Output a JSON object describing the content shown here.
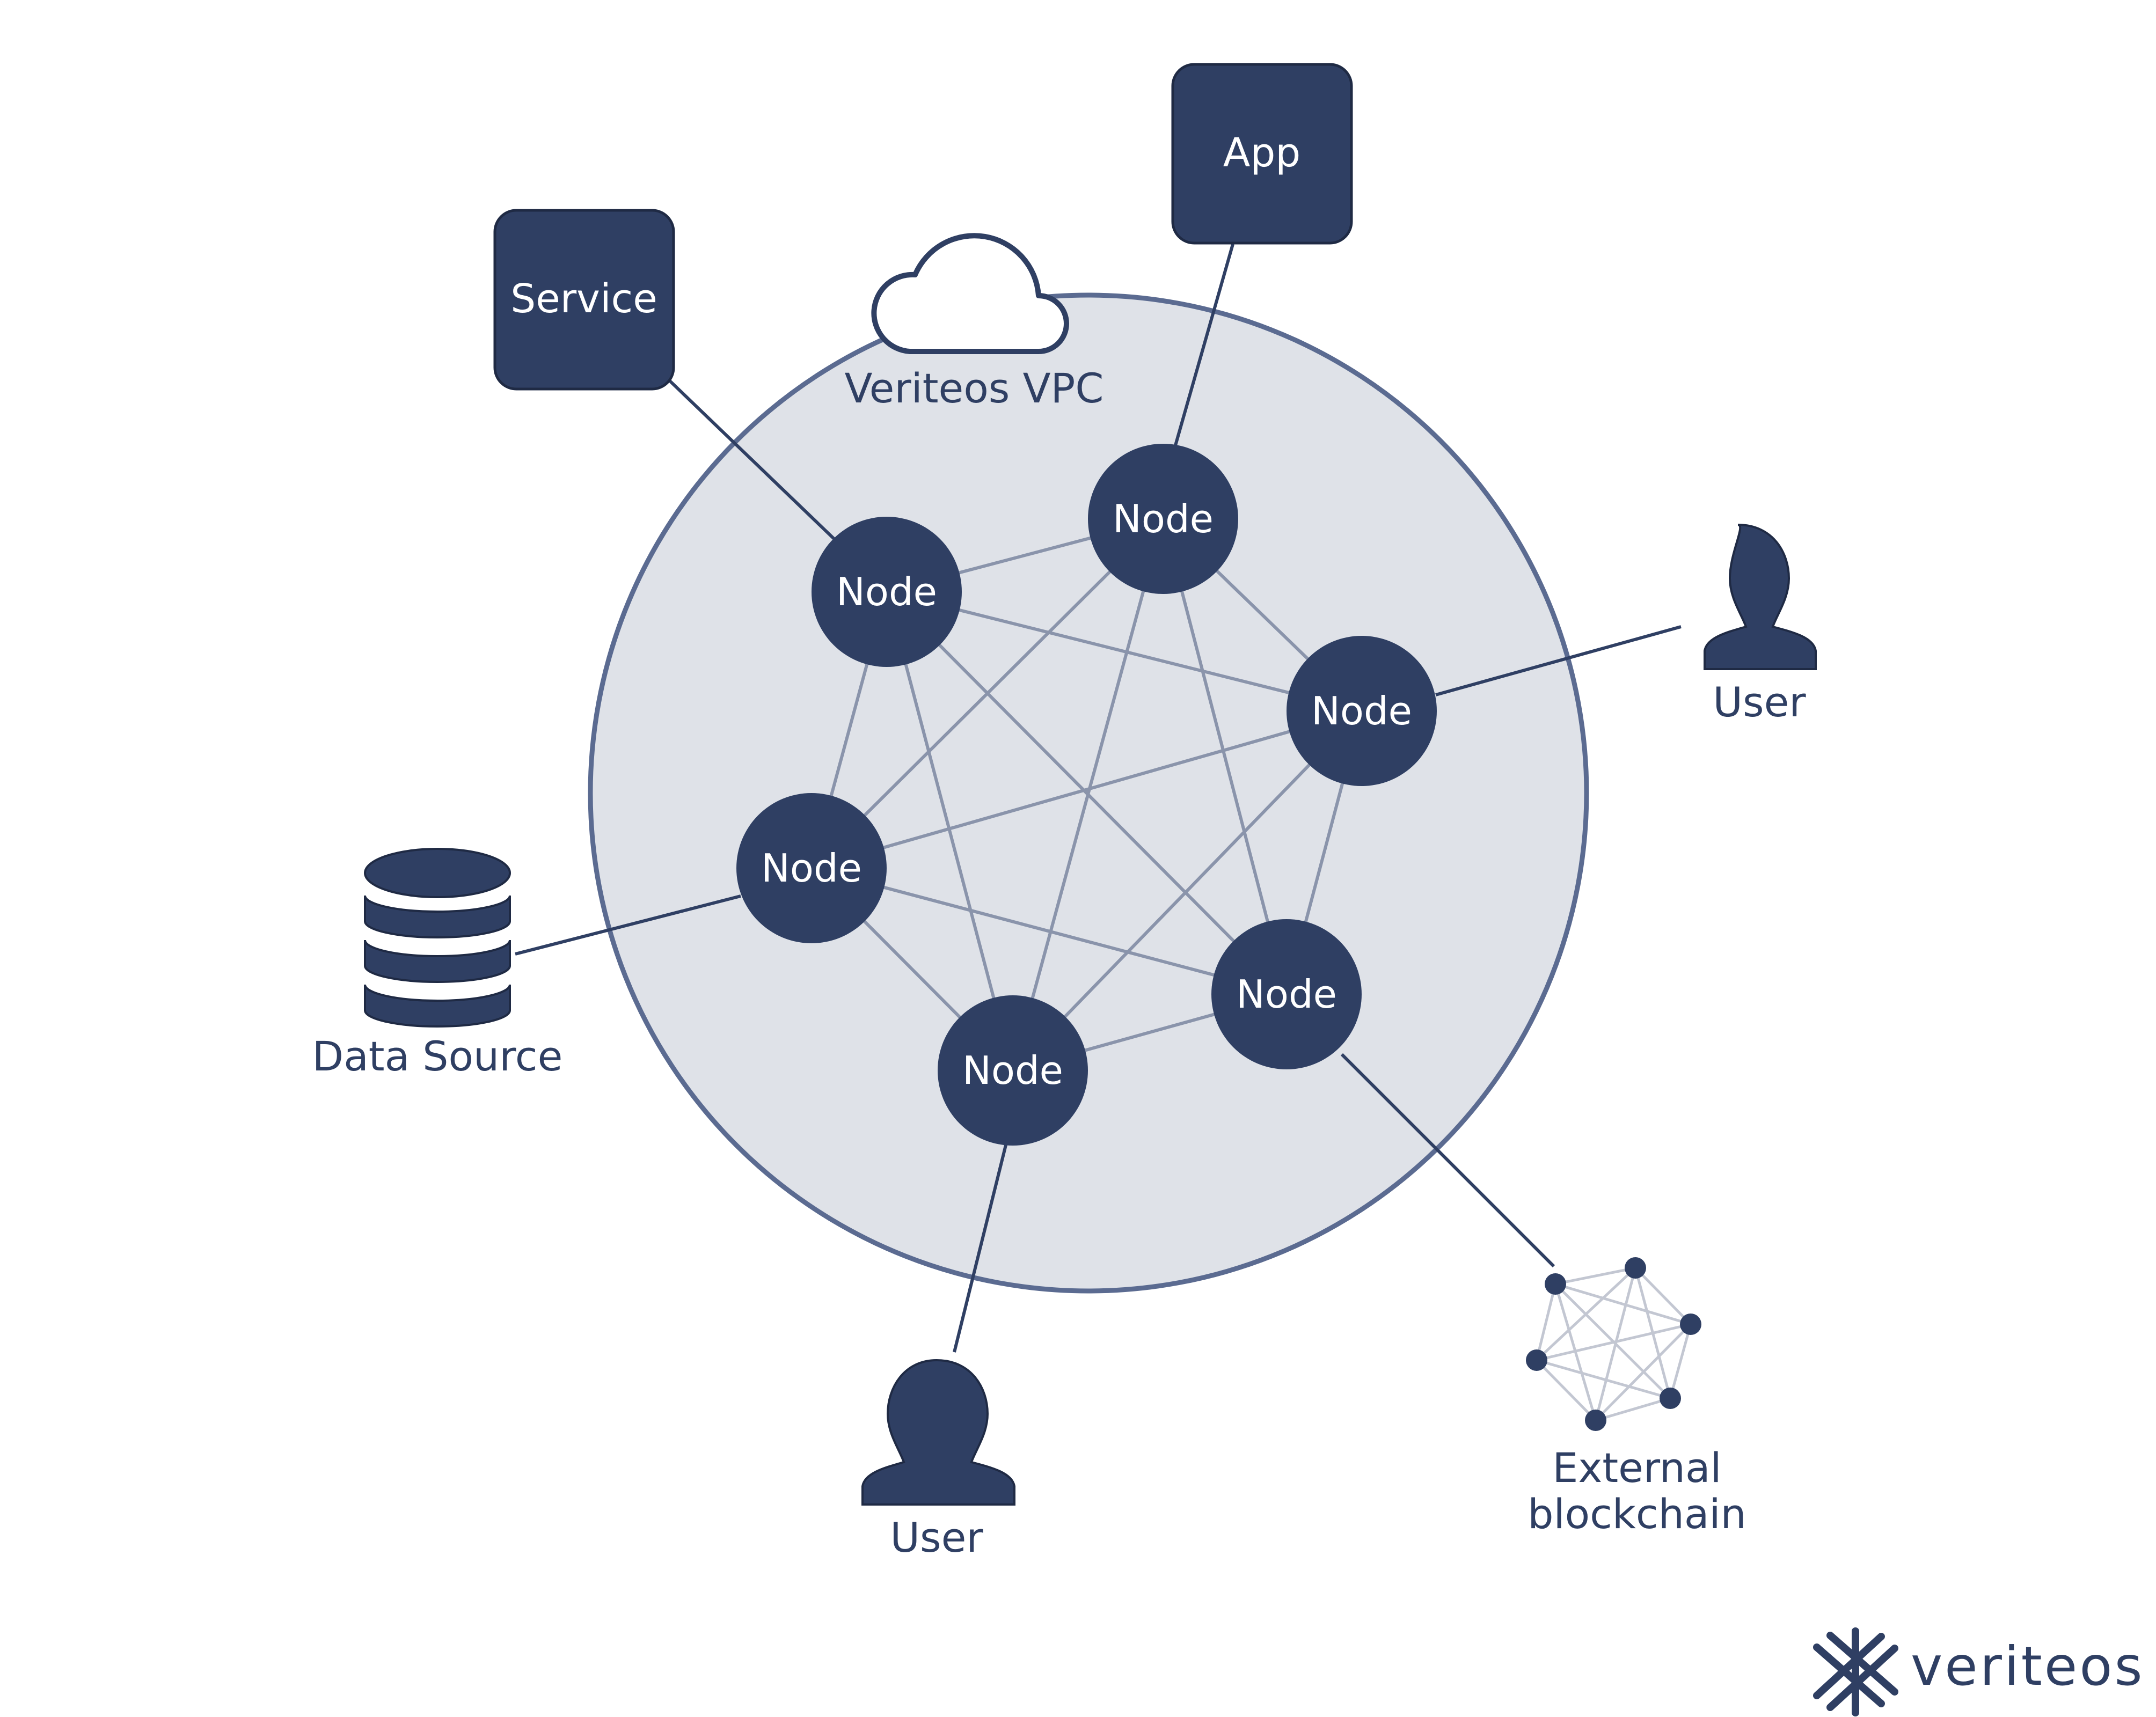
{
  "colors": {
    "node_fill": "#2f3f63",
    "vpc_fill": "#dfe2e8",
    "vpc_stroke": "#5b6b91",
    "mesh_line": "#8a94ab",
    "connector_line": "#2f3f63",
    "ext_mesh_line": "#c3c7d2",
    "text": "#2f3f63"
  },
  "vpc": {
    "label": "Veriteos VPC",
    "icon": "cloud-icon"
  },
  "nodes": [
    {
      "id": "n1",
      "label": "Node"
    },
    {
      "id": "n2",
      "label": "Node"
    },
    {
      "id": "n3",
      "label": "Node"
    },
    {
      "id": "n4",
      "label": "Node"
    },
    {
      "id": "n5",
      "label": "Node"
    },
    {
      "id": "n6",
      "label": "Node"
    }
  ],
  "externals": {
    "service": {
      "label": "Service"
    },
    "app": {
      "label": "App"
    },
    "user_right": {
      "label": "User",
      "icon": "user-icon"
    },
    "user_bottom": {
      "label": "User",
      "icon": "user-icon"
    },
    "data_source": {
      "label": "Data Source",
      "icon": "database-icon"
    },
    "external_blockchain": {
      "label_line1": "External",
      "label_line2": "blockchain",
      "icon": "blockchain-mesh-icon"
    }
  },
  "brand": {
    "name": "veriteos",
    "icon": "veriteos-logo-icon"
  }
}
